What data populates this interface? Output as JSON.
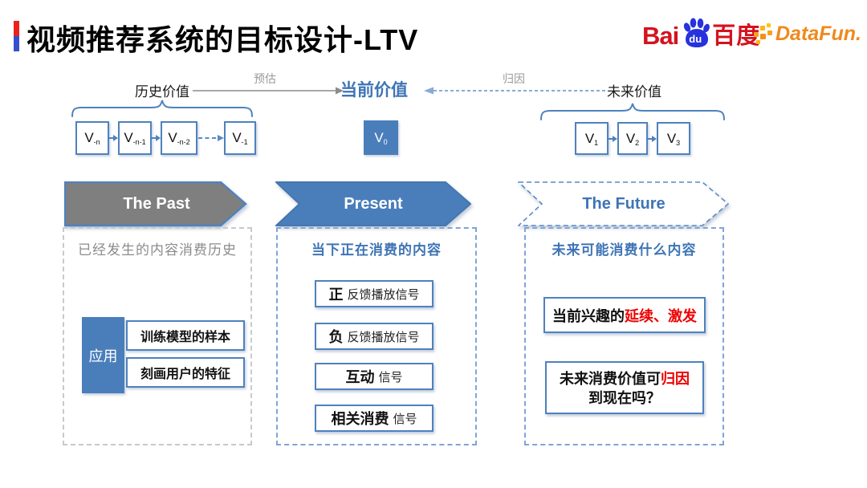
{
  "title": "视频推荐系统的目标设计-LTV",
  "logos": {
    "baidu_bai": "Bai",
    "baidu_du": "du",
    "baidu_cn": "百度",
    "datafun": "DataFun."
  },
  "diagram": {
    "history_label": "历史价值",
    "current_label": "当前价值",
    "future_label": "未来价值",
    "predict_label": "预估",
    "attribution_label": "归因",
    "history_boxes": [
      {
        "base": "V",
        "sub": "-n"
      },
      {
        "base": "V",
        "sub": "-n-1"
      },
      {
        "base": "V",
        "sub": "-n-2"
      },
      {
        "base": "V",
        "sub": "-1"
      }
    ],
    "current_box": {
      "base": "V",
      "sub": "0"
    },
    "future_boxes": [
      {
        "base": "V",
        "sub": "1"
      },
      {
        "base": "V",
        "sub": "2"
      },
      {
        "base": "V",
        "sub": "3"
      }
    ]
  },
  "columns": {
    "past": {
      "banner_label": "The Past",
      "subtitle": "已经发生的内容消费历史",
      "app_label": "应用",
      "app_items": [
        "训练模型的样本",
        "刻画用户的特征"
      ]
    },
    "present": {
      "banner_label": "Present",
      "subtitle": "当下正在消费的内容",
      "signals": [
        {
          "bold": "正",
          "rest": "反馈播放信号"
        },
        {
          "bold": "负",
          "rest": "反馈播放信号"
        },
        {
          "bold": "互动",
          "rest": "信号"
        },
        {
          "bold": "相关消费",
          "rest": "信号"
        }
      ]
    },
    "future": {
      "banner_label": "The Future",
      "subtitle": "未来可能消费什么内容",
      "interest_box": {
        "black": "当前兴趣的",
        "red": "延续、激发"
      },
      "question_box": {
        "pre": "未来消费价值可",
        "red": "归因",
        "post": "到现在吗？"
      }
    }
  },
  "colors": {
    "accent_blue": "#4f81bd",
    "fill_blue": "#4a7ebb",
    "text_blue": "#3e74b5",
    "banner_gray": "#7f7f7f",
    "text_gray": "#8c8c8c",
    "highlight_red": "#ee0000",
    "baidu_red": "#d5121e",
    "datafun_orange": "#ef8a1d"
  }
}
